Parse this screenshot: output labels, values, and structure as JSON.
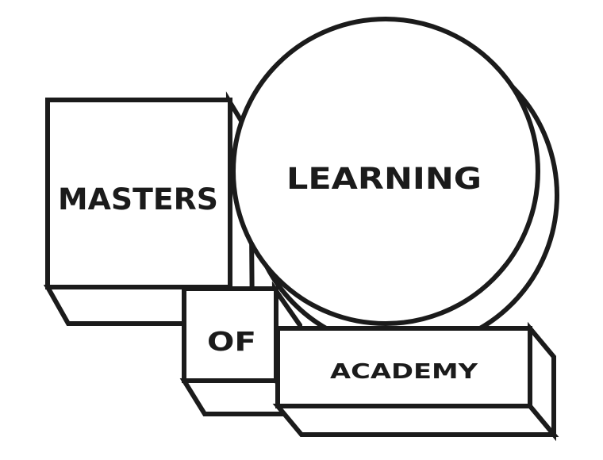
{
  "logo": {
    "word_masters": "MASTERS",
    "word_learning": "LEARNING",
    "word_of": "OF",
    "word_academy": "ACADEMY",
    "ink_color": "#1b1b1b",
    "background_color": "#ffffff"
  }
}
